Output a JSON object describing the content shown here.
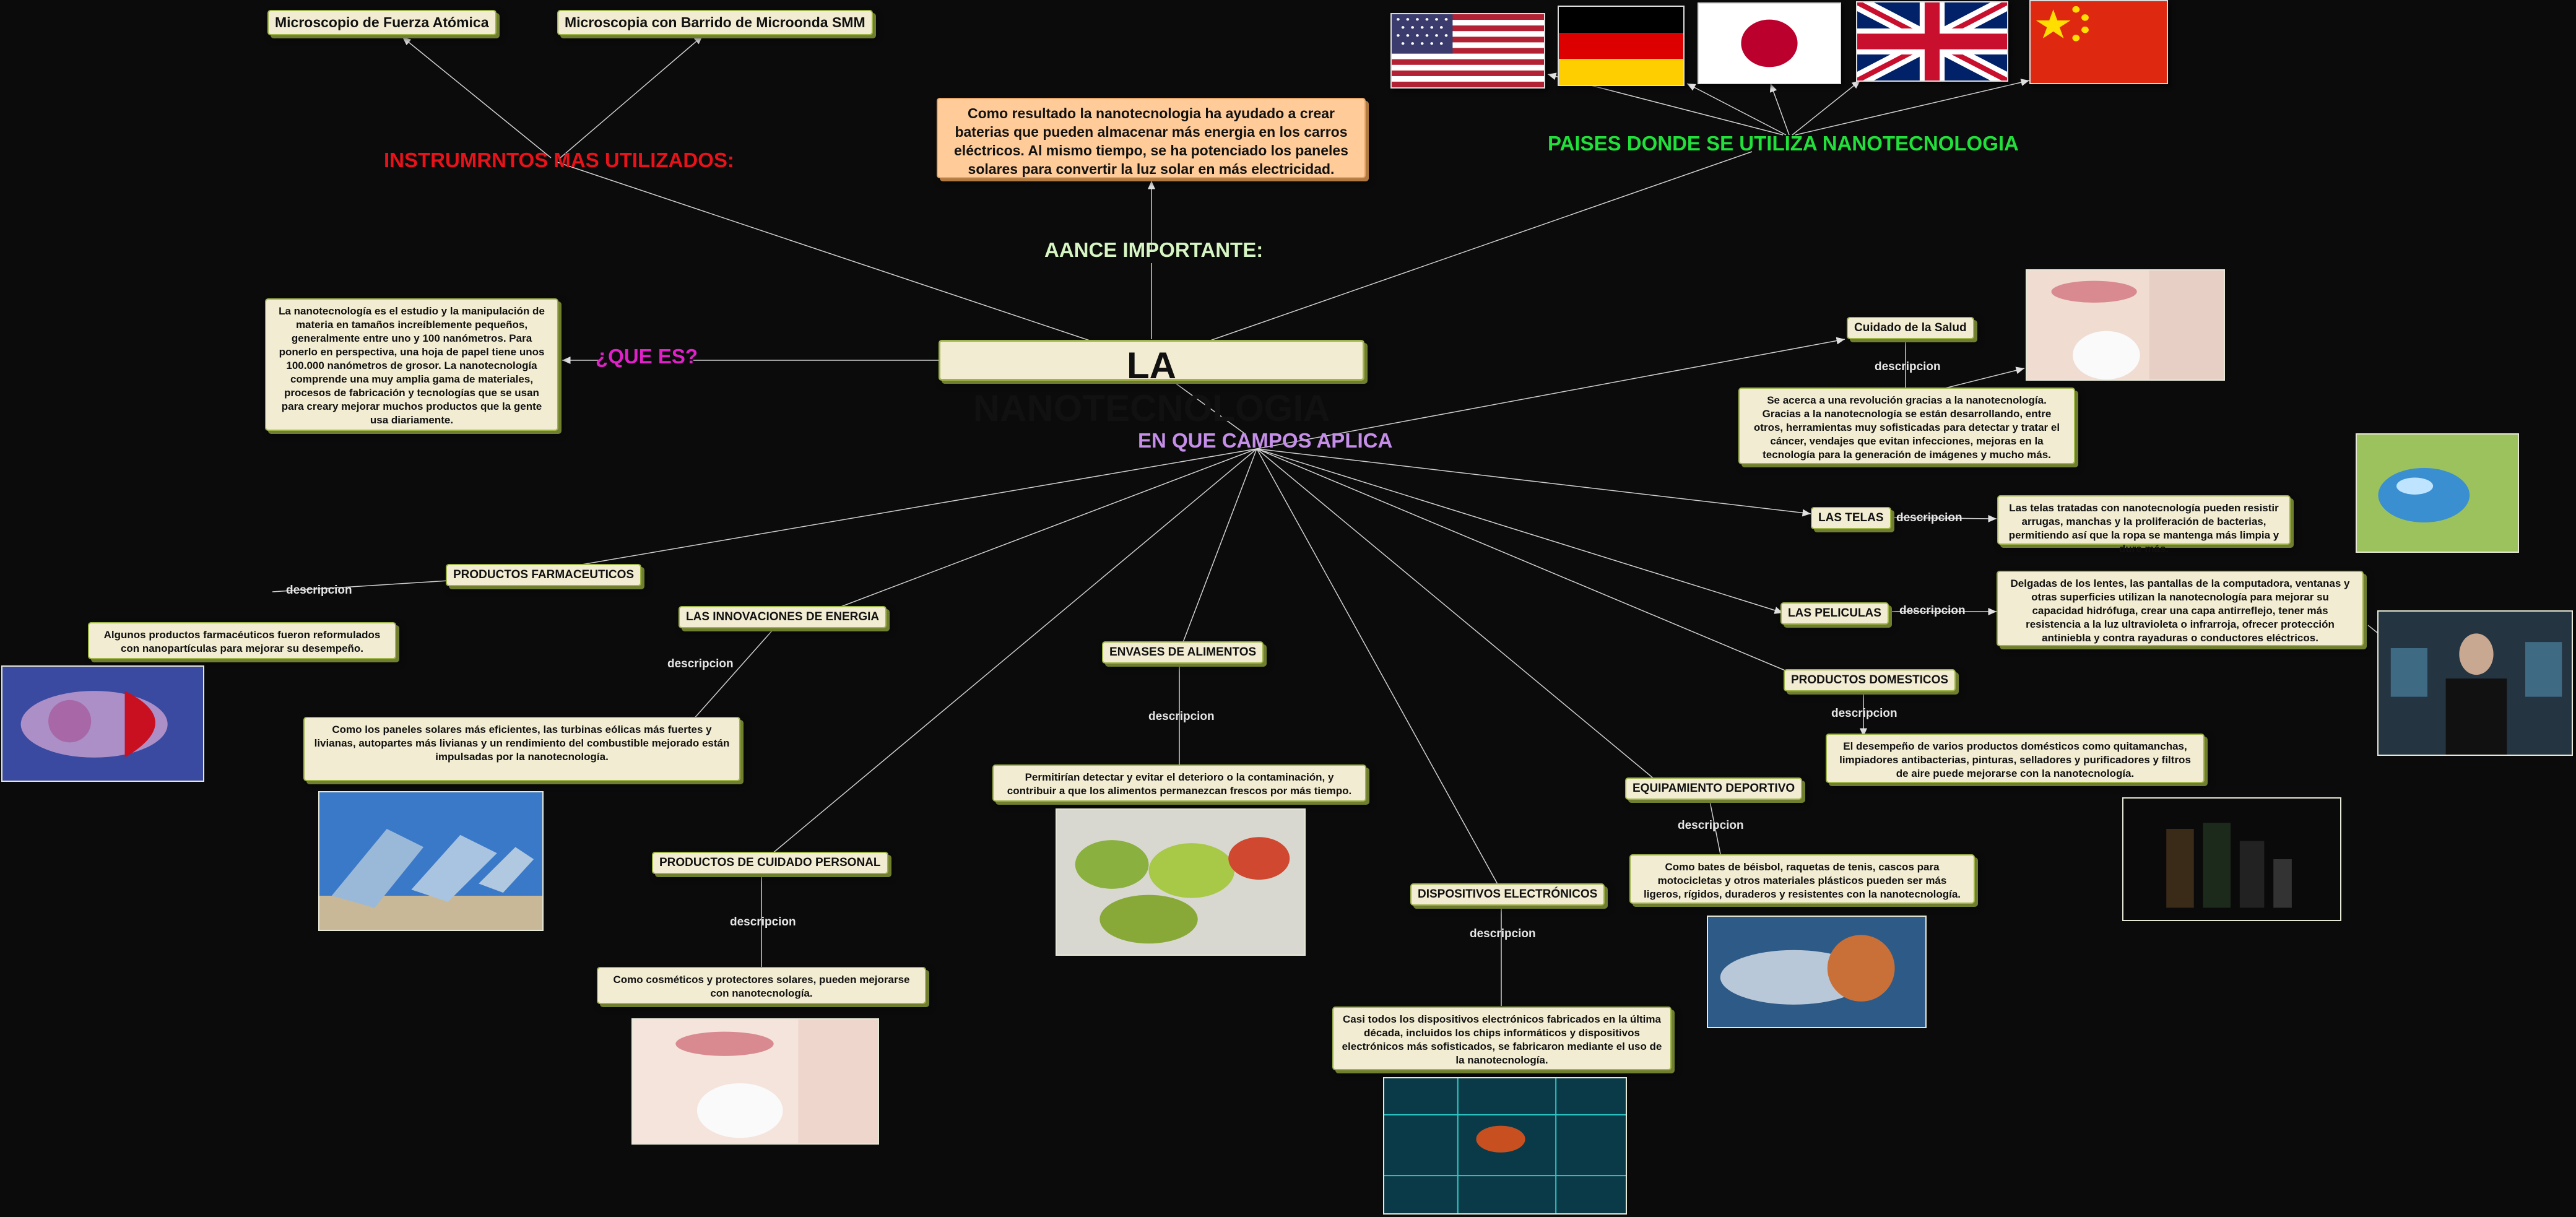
{
  "central": "LA NANOTECNOLOGIA",
  "section_labels": {
    "instruments": "INSTRUMRNTOS MAS UTILIZADOS:",
    "countries": "PAISES DONDE SE UTILIZA NANOTECNOLOGIA",
    "advance": "AANCE IMPORTANTE:",
    "what_is": "¿QUE ES?",
    "fields": "EN QUE CAMPOS APLICA"
  },
  "colors": {
    "instruments": "#e8121a",
    "countries": "#22e03a",
    "advance": "#d6f5c2",
    "what_is": "#e020c8",
    "fields": "#c58ee8"
  },
  "instruments": [
    "Microscopio de Fuerza Atómica",
    "Microscopia con Barrido de Microonda SMM"
  ],
  "countries": [
    "Estados Unidos flag",
    "Alemania flag",
    "Japón flag",
    "Reino Unido flag",
    "China flag"
  ],
  "advance_text": "Como resultado la nanotecnologia ha ayudado a crear baterias que pueden almacenar  más energia en los carros eléctricos. Al mismo tiempo, se ha potenciado los paneles solares para convertir la luz solar en más electricidad.",
  "definition": "La nanotecnología es el estudio y la manipulación de materia en tamaños increíblemente pequeños, generalmente entre uno y 100 nanómetros. Para ponerlo en perspectiva, una hoja de papel tiene unos 100.000 nanómetros de grosor. La nanotecnología comprende una muy amplia gama de materiales, procesos de fabricación y tecnologías que se usan para creary mejorar muchos productos que la gente usa diariamente.",
  "link_word": "descripcion",
  "fields": {
    "salud": {
      "title": "Cuidado de la Salud",
      "text": "Se acerca a una revolución gracias a la nanotecnología. Gracias a la nanotecnología se están desarrollando, entre otros, herramientas muy sofisticadas para detectar y tratar el cáncer, vendajes que evitan infecciones, mejoras en la tecnología para la generación de imágenes y mucho más."
    },
    "telas": {
      "title": "LAS TELAS",
      "text": "Las telas tratadas con nanotecnología pueden resistir arrugas, manchas y la proliferación de bacterias, permitiendo así que la ropa se mantenga más limpia y dure más."
    },
    "peliculas": {
      "title": "LAS PELICULAS",
      "text": "Delgadas de los lentes, las pantallas de la computadora, ventanas y otras superficies utilizan la nanotecnología para mejorar su capacidad hidrófuga, crear una capa antirreflejo, tener más resistencia a la luz ultravioleta o infrarroja, ofrecer protección antiniebla y contra rayaduras o conductores eléctricos."
    },
    "domesticos": {
      "title": "PRODUCTOS DOMESTICOS",
      "text": "El desempeño de varios productos domésticos como quitamanchas, limpiadores antibacterias, pinturas, selladores y purificadores y filtros de aire puede mejorarse con la nanotecnología."
    },
    "deportivo": {
      "title": "EQUIPAMIENTO DEPORTIVO",
      "text": "Como bates de béisbol, raquetas de tenis, cascos para motocicletas y otros materiales plásticos pueden ser más ligeros, rígidos, duraderos y resistentes con la nanotecnología."
    },
    "electronicos": {
      "title": "DISPOSITIVOS ELECTRÓNICOS",
      "text": "Casi todos los dispositivos electrónicos fabricados en la última década, incluidos los chips informáticos y dispositivos electrónicos más sofisticados, se fabricaron mediante el uso de la nanotecnología."
    },
    "alimentos": {
      "title": "ENVASES DE ALIMENTOS",
      "text": "Permitirían detectar y evitar el deterioro o la contaminación, y contribuir a que los alimentos permanezcan frescos por más tiempo."
    },
    "personal": {
      "title": "PRODUCTOS DE CUIDADO PERSONAL",
      "text": "Como cosméticos y protectores solares, pueden mejorarse con nanotecnología."
    },
    "energia": {
      "title": "LAS INNOVACIONES DE ENERGIA",
      "text": "Como los paneles solares más eficientes, las turbinas eólicas más fuertes y livianas, autopartes más livianas y un rendimiento del combustible mejorado están impulsadas por la nanotecnología."
    },
    "farma": {
      "title": "PRODUCTOS FARMACEUTICOS",
      "text": "Algunos productos farmacéuticos fueron reformulados con nanopartículas para mejorar su desempeño."
    }
  }
}
